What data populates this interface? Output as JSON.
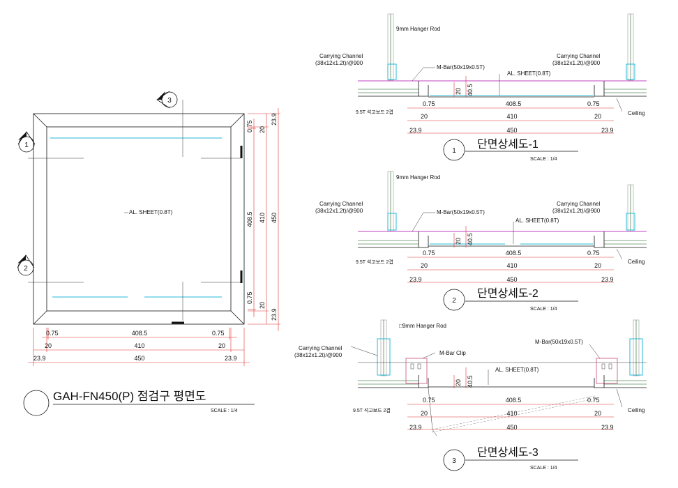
{
  "plan": {
    "title": "GAH-FN450(P) 점검구 평면도",
    "scale": "SCALE : 1/4",
    "sheet_label": "AL. SHEET(0.8T)",
    "markers": [
      "1",
      "2",
      "3"
    ],
    "dims_bottom": [
      "0.75",
      "408.5",
      "0.75",
      "20",
      "410",
      "20",
      "23.9",
      "450",
      "23.9"
    ],
    "dims_right": [
      "0.75",
      "20",
      "408.5",
      "410",
      "450",
      "23.9",
      "0.75",
      "20",
      "23.9"
    ]
  },
  "sections": [
    {
      "number": "1",
      "title": "단면상세도-1",
      "scale": "SCALE : 1/4",
      "hanger": "9mm Hanger Rod",
      "carrying_left": [
        "Carrying Channel",
        "(38x12x1.2t)/@900"
      ],
      "carrying_right": [
        "Carrying Channel",
        "(38x12x1.2t)/@900"
      ],
      "mbar": "M-Bar(50x19x0.5T)",
      "sheet": "AL. SHEET(0.8T)",
      "board": "9.5T 석고보드 2겹",
      "ceiling": "Ceiling",
      "vdims": [
        "20",
        "40.5"
      ],
      "dims": [
        "0.75",
        "408.5",
        "0.75",
        "20",
        "410",
        "20",
        "23.9",
        "450",
        "23.9"
      ]
    },
    {
      "number": "2",
      "title": "단면상세도-2",
      "scale": "SCALE : 1/4",
      "hanger": "9mm Hanger Rod",
      "carrying_left": [
        "Carrying Channel",
        "(38x12x1.2t)/@900"
      ],
      "carrying_right": [
        "Carrying Channel",
        "(38x12x1.2t)/@900"
      ],
      "mbar": "M-Bar(50x19x0.5T)",
      "sheet": "AL. SHEET(0.8T)",
      "board": "9.5T 석고보드 2겹",
      "ceiling": "Ceiling",
      "vdims": [
        "20",
        "40.5"
      ],
      "dims": [
        "0.75",
        "408.5",
        "0.75",
        "20",
        "410",
        "20",
        "23.9",
        "450",
        "23.9"
      ]
    },
    {
      "number": "3",
      "title": "단면상세도-3",
      "scale": "SCALE : 1/4",
      "hanger": "□9mm Hanger Rod",
      "carrying_left": [
        "Carrying Channel",
        "(38x12x1.2t)/@900"
      ],
      "mbar_clip": "M-Bar Clip",
      "mbar": "M-Bar(50x19x0.5T)",
      "sheet": "AL. SHEET(0.8T)",
      "board": "9.5T 석고보드 2겹",
      "ceiling": "Ceiling",
      "vdims": [
        "20",
        "40.5"
      ],
      "dims": [
        "0.75",
        "408.5",
        "0.75",
        "20",
        "410",
        "20",
        "23.9",
        "450",
        "23.9"
      ]
    }
  ]
}
